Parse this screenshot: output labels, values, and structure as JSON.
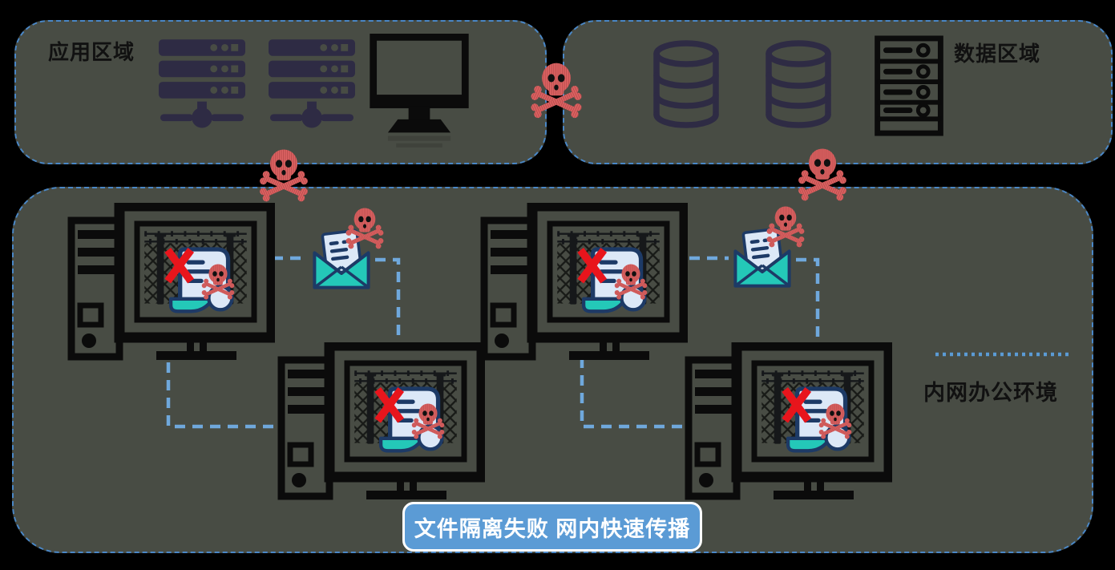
{
  "zones": {
    "application": {
      "label": "应用区域"
    },
    "data": {
      "label": "数据区域"
    },
    "intranet": {
      "label": "内网办公环境"
    }
  },
  "banner": {
    "text": "文件隔离失败 网内快速传播"
  },
  "icons": {
    "server_stack": "stacked-servers-with-network-node (svg shape, x2)",
    "desktop_monitor": "black-monitor-silhouette (svg shape)",
    "database_cylinder": "database-outline (svg shape, x2)",
    "server_rack": "rack-server-outline (svg shape)",
    "workstation": "desktop-tower-with-monitor (svg shape, x4)",
    "quarantine_fence": "chain-link-fence-with-barbed-wire-inside-screen (svg shape)",
    "blocked_x": "red-x-mark (svg shape)",
    "infected_document": "document-with-skull-and-teal-scroll (svg shape)",
    "infected_email": "open-envelope-with-letter-and-skull (svg shape, x2)",
    "skull_crossbones": "hatched-red-skull-and-crossbones (svg shape, x3 standalone)"
  },
  "colors": {
    "canvas-bg": "#000000",
    "zone-bg": "#484c44",
    "zone-border": "#4a87c6",
    "connector-blue": "#6fa8dc",
    "separator-dot-blue": "#5b9bd5",
    "navy-icon": "#2e2b44",
    "black-icon": "#0b0b0b",
    "skull-red": "#dd6262",
    "skull-red-dark": "#b84c4c",
    "envelope-teal": "#24c8b8",
    "outline-navy": "#1d3a66",
    "letter-fill": "#dce8f7",
    "blocked-x-red": "#e8151c",
    "banner-bg": "#5b9bd5",
    "banner-border": "#ffffff",
    "banner-text": "#ffffff",
    "label-text": "#111111"
  }
}
